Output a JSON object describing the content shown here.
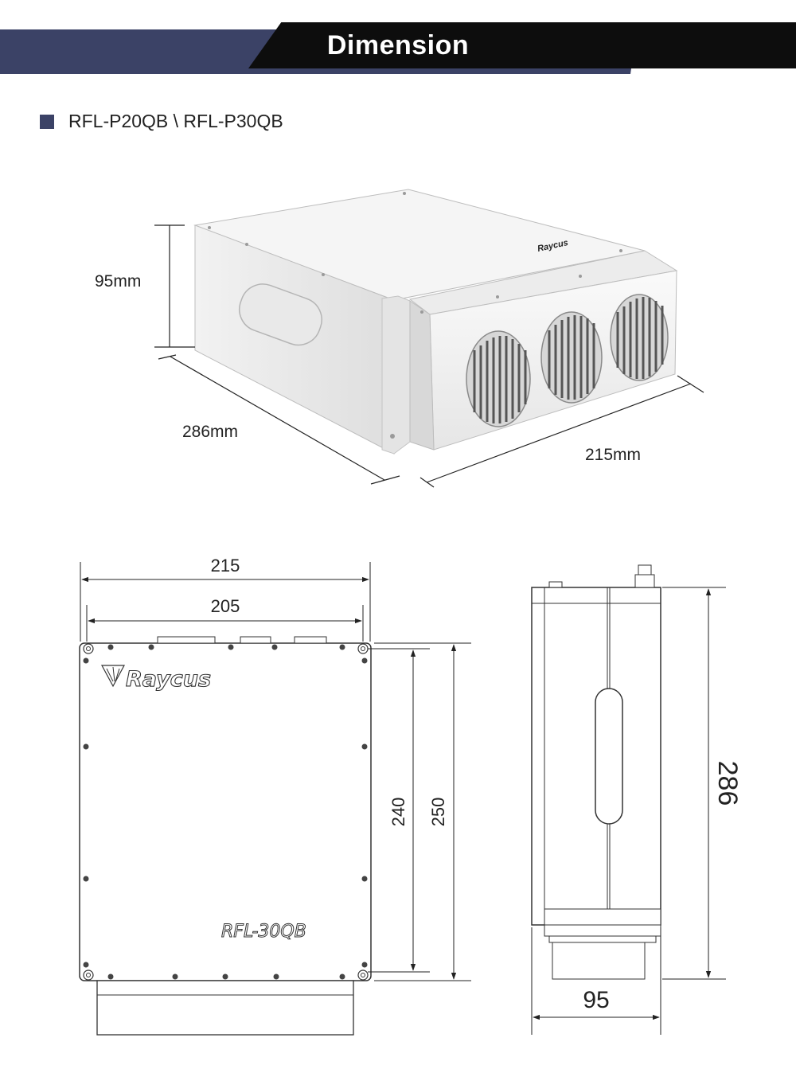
{
  "header": {
    "title": "Dimension"
  },
  "model": {
    "name": "RFL-P20QB \\ RFL-P30QB"
  },
  "iso_view": {
    "brand_label": "Raycus",
    "height_label": "95mm",
    "length_label": "286mm",
    "width_label": "215mm"
  },
  "front_view": {
    "brand_label": "Raycus",
    "model_label": "RFL-30QB",
    "dim_total_width": "215",
    "dim_inner_width": "205",
    "dim_inner_height": "240",
    "dim_total_height": "250"
  },
  "side_view": {
    "dim_length": "286",
    "dim_height": "95"
  },
  "colors": {
    "banner_dark": "#0d0d0d",
    "banner_navy": "#3b4266",
    "accent_square": "#3b4266",
    "logo_blue": "#2d3a7a"
  }
}
